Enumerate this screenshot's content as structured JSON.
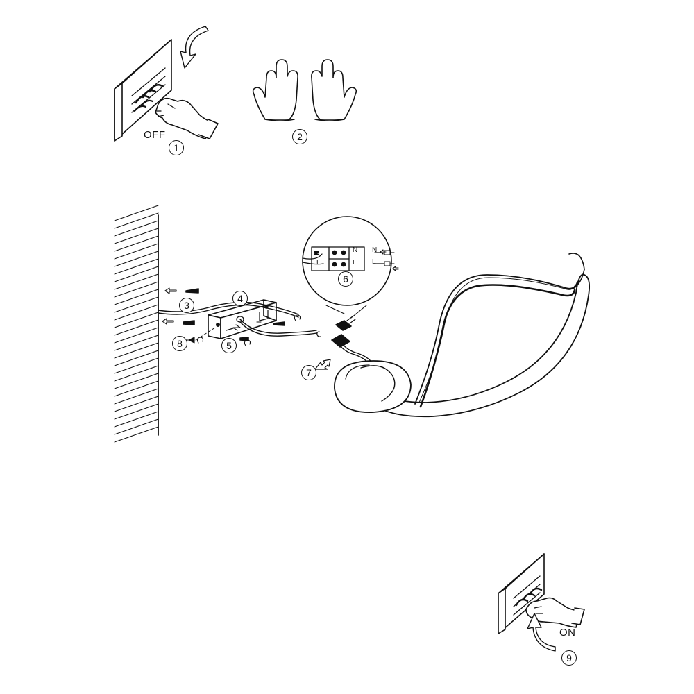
{
  "labels": {
    "off": "OFF",
    "on": "ON",
    "terminal_n": "N",
    "terminal_l": "L"
  },
  "steps": [
    "1",
    "2",
    "3",
    "4",
    "5",
    "6",
    "7",
    "8",
    "9"
  ],
  "colors": {
    "line": "#111111",
    "background": "#ffffff"
  },
  "icons": [
    "wall-switch-icon",
    "hand-icon",
    "gloves-icon",
    "wall-hatch",
    "bracket-icon",
    "screw-icon",
    "wall-plug-icon",
    "terminal-block-icon",
    "lamp-fixture",
    "curved-arrow-icon"
  ]
}
